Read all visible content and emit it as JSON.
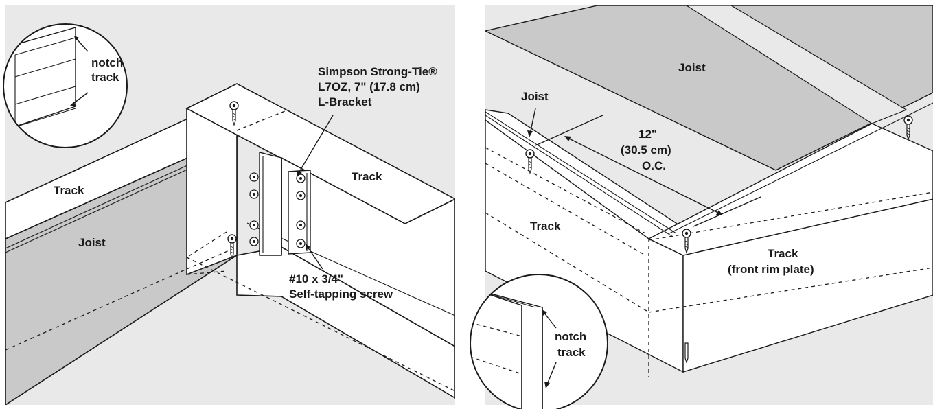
{
  "left_panel": {
    "inset": {
      "line1": "notch",
      "line2": "track"
    },
    "bracket_callout": {
      "line1": "Simpson Strong-Tie®",
      "line2": "L7OZ, 7\" (17.8 cm)",
      "line3": "L-Bracket"
    },
    "track_left": "Track",
    "track_right": "Track",
    "joist": "Joist",
    "screw_callout": {
      "line1": "#10 x 3/4\"",
      "line2": "Self-tapping screw"
    }
  },
  "right_panel": {
    "joist_top": "Joist",
    "joist_left": "Joist",
    "spacing": {
      "line1": "12\"",
      "line2": "(30.5 cm)",
      "line3": "O.C."
    },
    "track": "Track",
    "track_front": {
      "line1": "Track",
      "line2": "(front rim plate)"
    },
    "inset": {
      "line1": "notch",
      "line2": "track"
    }
  },
  "colors": {
    "panel_bg": "#e9e9e9",
    "joist_fill": "#c9c9c9",
    "track_fill": "#ffffff",
    "ink": "#1a1a1a"
  }
}
